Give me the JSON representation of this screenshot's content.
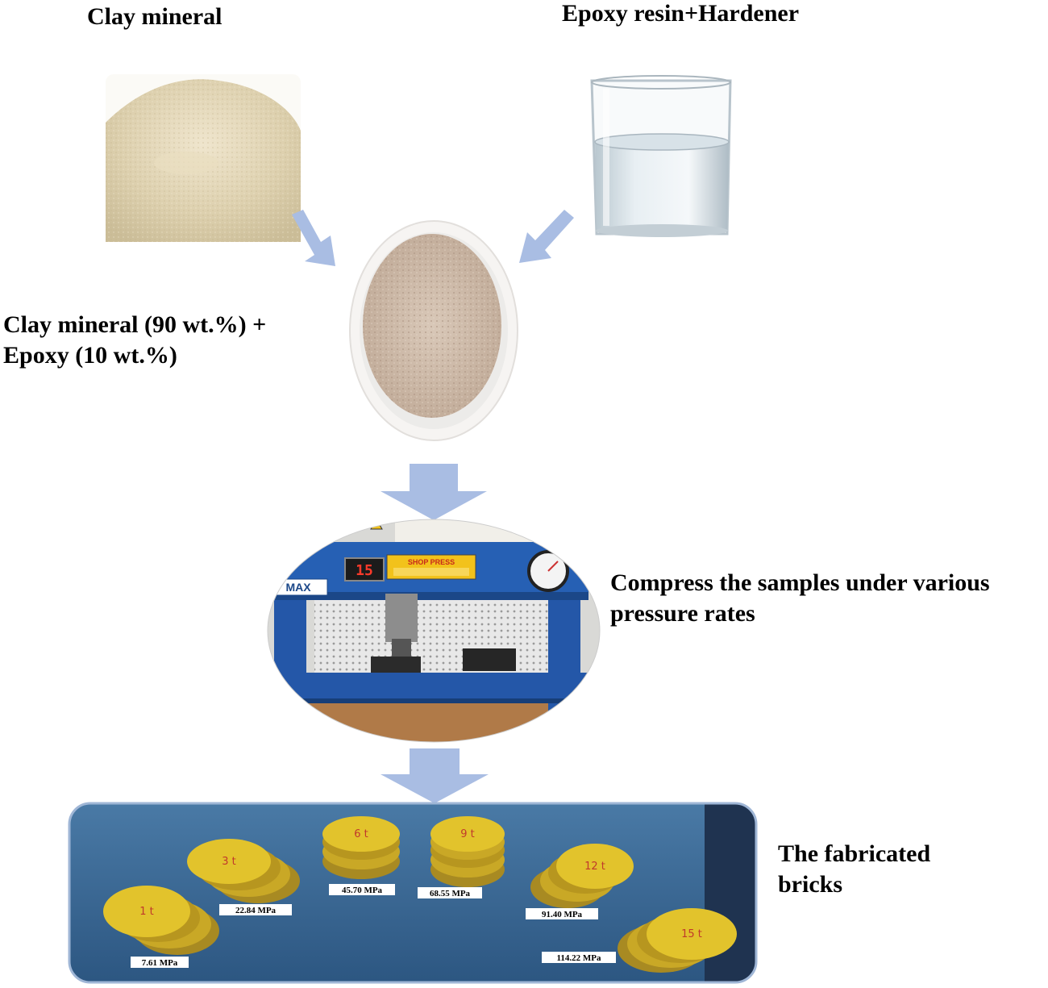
{
  "labels": {
    "clay": "Clay mineral",
    "epoxy": "Epoxy resin+Hardener",
    "mix_line1": "Clay mineral (90 wt.%) +",
    "mix_line2": "Epoxy (10 wt.%)",
    "press_line1": "Compress the samples under various",
    "press_line2": "pressure rates",
    "bricks_line1": "The fabricated",
    "bricks_line2": "bricks"
  },
  "press_photo": {
    "sign_text": "SHOP PRESS",
    "brand_text": "MAX",
    "display_value": "15"
  },
  "bricks": [
    {
      "marking": "1 t",
      "pressure": "7.61 MPa"
    },
    {
      "marking": "3 t",
      "pressure": "22.84 MPa"
    },
    {
      "marking": "6 t",
      "pressure": "45.70 MPa"
    },
    {
      "marking": "9 t",
      "pressure": "68.55 MPa"
    },
    {
      "marking": "12 t",
      "pressure": "91.40 MPa"
    },
    {
      "marking": "15 t",
      "pressure": "114.22 MPa"
    }
  ],
  "colors": {
    "arrow": "#a9bde3",
    "press_blue": "#2457a8",
    "brick_yellow": "#e2c32c",
    "mat_blue": "#2f5c8a"
  }
}
